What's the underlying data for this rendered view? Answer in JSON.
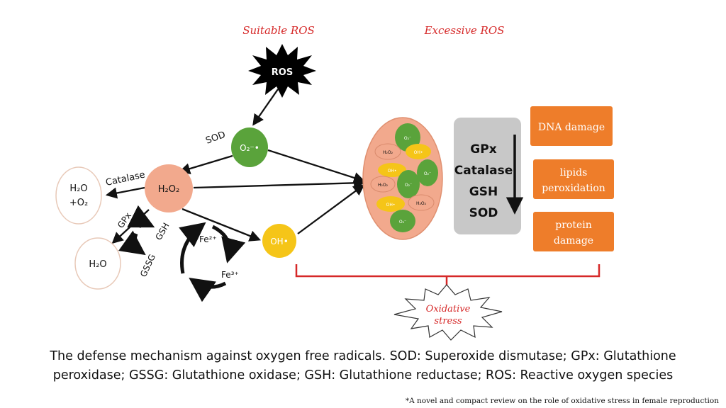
{
  "diagram": {
    "suitable_ros": "Suitable ROS",
    "excessive_ros": "Excessive ROS",
    "ros": "ROS",
    "sod_label": "SOD",
    "catalase_label": "Catalase",
    "gpx_label": "GPx",
    "gsh_label": "GSH",
    "gssg_label": "GSSG",
    "superoxide": "O₂⁻•",
    "h2o2": "H₂O₂",
    "hydroxyl": "OH•",
    "water_oxygen_line1": "H₂O",
    "water_oxygen_line2": "+O₂",
    "water": "H₂O",
    "fe2": "Fe²⁺",
    "fe3": "Fe³⁺",
    "cluster": {
      "items": [
        "O₂⁻",
        "H₂O₂",
        "OH•",
        "OH•",
        "H₂O₂",
        "O₂⁻",
        "H₂O₂",
        "O₂⁻",
        "OH•",
        "H₂O₂",
        "O₂⁻"
      ]
    },
    "antioxidants": [
      "GPx",
      "Catalase",
      "GSH",
      "SOD"
    ],
    "damage": {
      "dna": "DNA damage",
      "lipids_line1": "lipids",
      "lipids_line2": "peroxidation",
      "protein_line1": "protein",
      "protein_line2": "damage"
    },
    "oxidative_line1": "Oxidative",
    "oxidative_line2": "stress",
    "colors": {
      "title_red": "#d62828",
      "green": "#5aa33b",
      "salmon": "#f2a98d",
      "yellow": "#f5c518",
      "orange": "#ee7d2a",
      "gray_box": "#c8c8c8",
      "bracket": "#d62828"
    }
  },
  "caption": {
    "line1": "The defense mechanism against oxygen free radicals. SOD: Superoxide dismutase; GPx: Glutathione",
    "line2": "peroxidase; GSSG: Glutathione oxidase; GSH: Glutathione reductase; ROS: Reactive oxygen species"
  },
  "source": "*A novel and compact review on the role of oxidative stress in female reproduction"
}
